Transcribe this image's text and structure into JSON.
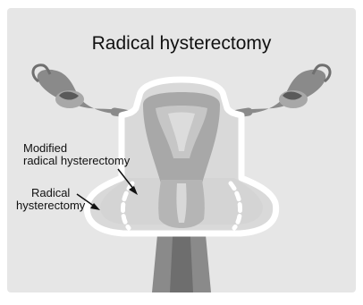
{
  "title": "Radical hysterectomy",
  "labels": {
    "modified_line1": "Modified",
    "modified_line2": "radical hysterectomy",
    "radical_line1": "Radical",
    "radical_line2": "hysterectomy"
  },
  "colors": {
    "background": "#e6e6e6",
    "outline": "#ffffff",
    "tissue_dark": "#8a8a8a",
    "tissue_mid": "#a8a8a8",
    "tissue_light": "#c6c6c6",
    "tissue_lighter": "#d8d8d8",
    "text": "#111111"
  }
}
